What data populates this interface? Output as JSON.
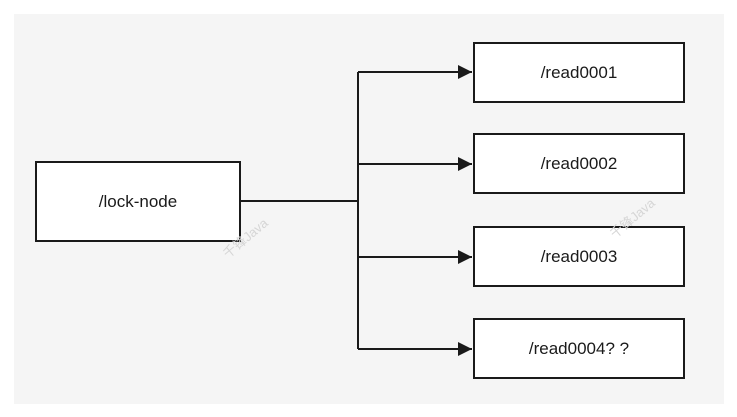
{
  "diagram": {
    "root": {
      "label": "/lock-node"
    },
    "children": [
      {
        "label": "/read0001"
      },
      {
        "label": "/read0002"
      },
      {
        "label": "/read0003"
      },
      {
        "label": "/read0004? ?"
      }
    ],
    "edges": [
      {
        "from": "/lock-node",
        "to": "/read0001"
      },
      {
        "from": "/lock-node",
        "to": "/read0002"
      },
      {
        "from": "/lock-node",
        "to": "/read0003"
      },
      {
        "from": "/lock-node",
        "to": "/read0004? ?"
      }
    ],
    "watermark": "千锋Java"
  },
  "colors": {
    "background": "#f5f5f5",
    "node_fill": "#ffffff",
    "stroke": "#1a1a1a",
    "watermark": "#d6d6d6"
  }
}
